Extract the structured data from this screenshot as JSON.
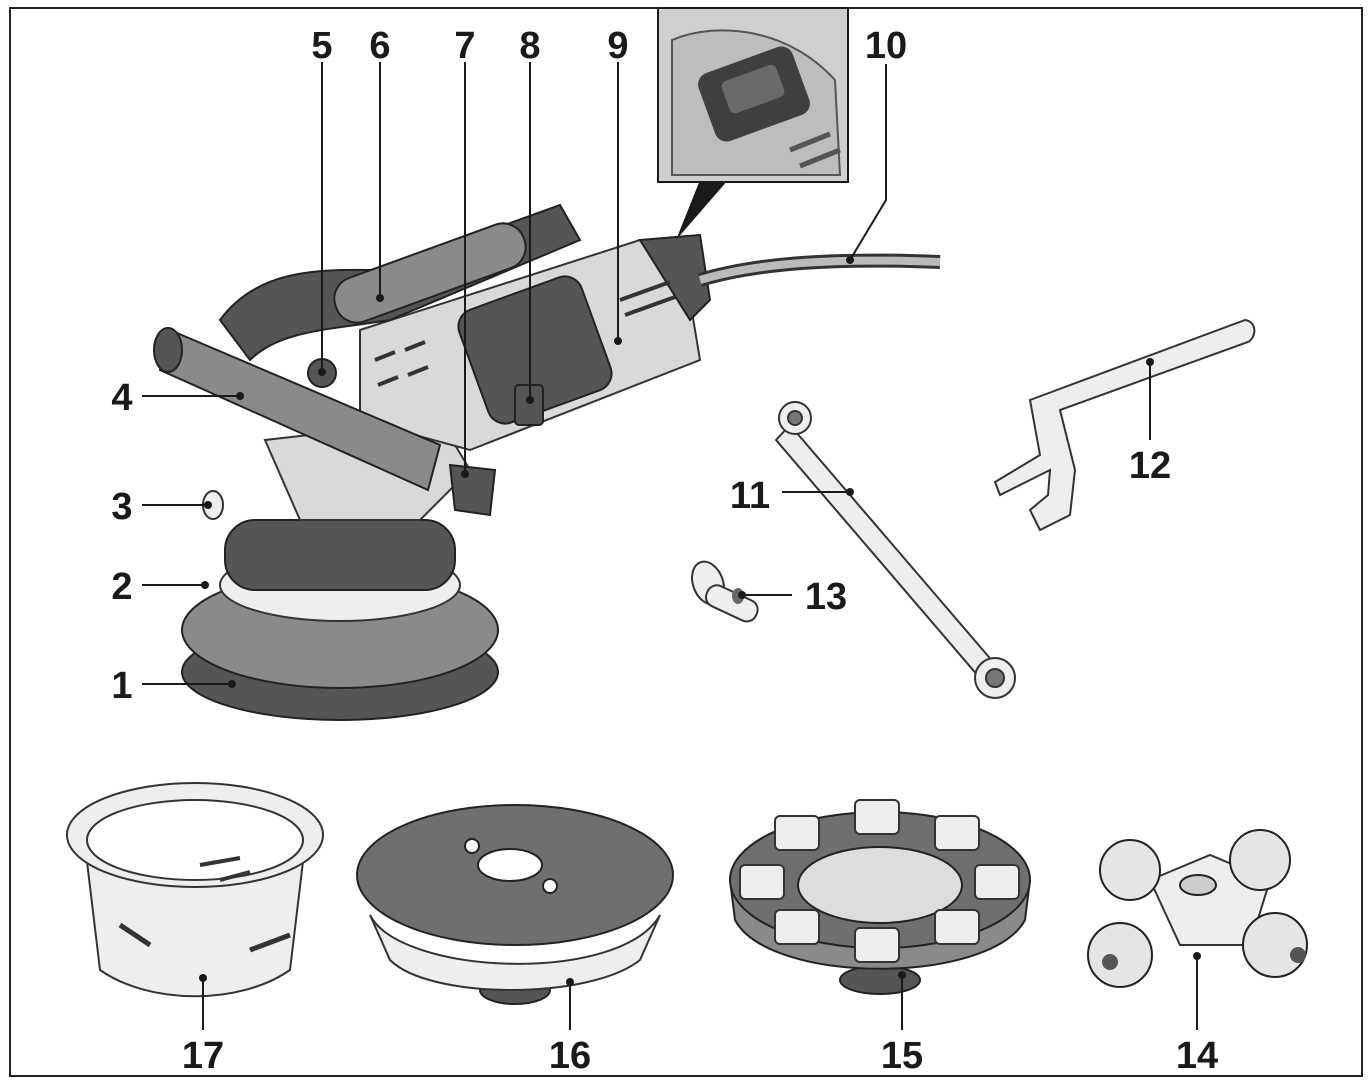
{
  "labels": {
    "n1": "1",
    "n2": "2",
    "n3": "3",
    "n4": "4",
    "n5": "5",
    "n6": "6",
    "n7": "7",
    "n8": "8",
    "n9": "9",
    "n10": "10",
    "n11": "11",
    "n12": "12",
    "n13": "13",
    "n14": "14",
    "n15": "15",
    "n16": "16",
    "n17": "17"
  },
  "colors": {
    "ink": "#1a1a1a",
    "metal": "#d9d9d9",
    "dark_grey": "#555555",
    "background": "#ffffff"
  }
}
